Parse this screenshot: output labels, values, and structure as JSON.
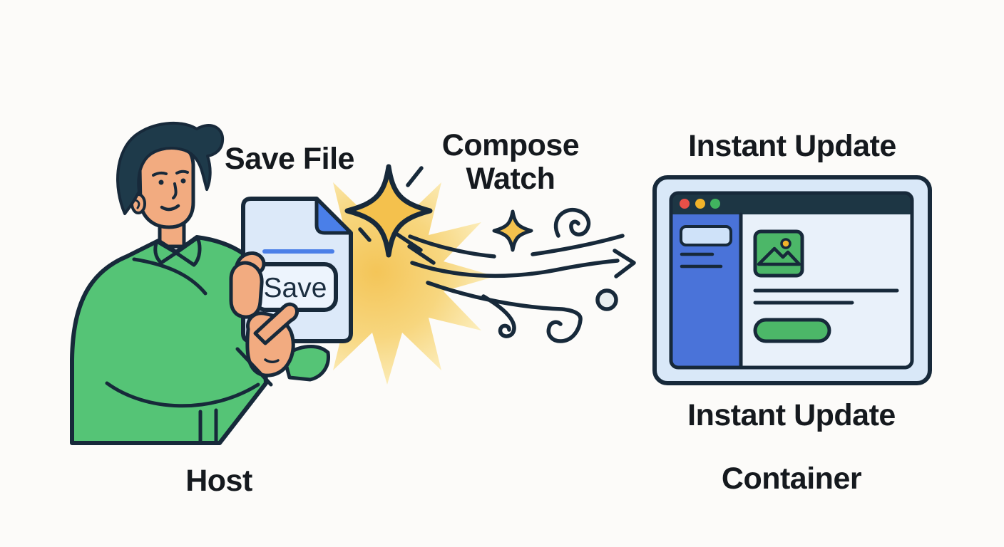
{
  "labels": {
    "save_file": "Save File",
    "compose_watch": "Compose Watch",
    "instant_update_top": "Instant Update",
    "instant_update_bottom": "Instant Update",
    "host": "Host",
    "container": "Container"
  },
  "document": {
    "save_button_label": "Save"
  },
  "colors": {
    "background": "#fcfbf9",
    "outline": "#17293a",
    "shirt_green": "#55c476",
    "accent_green": "#4cb768",
    "sidebar_blue": "#4a73d9",
    "document_blue": "#4a7fe8",
    "document_fill": "#dce9f9",
    "save_button_fill": "#edf4fd",
    "browser_frame": "#d9e8f8",
    "browser_main": "#e9f1fa",
    "titlebar": "#1d3644",
    "gold": "#f2c14b",
    "starburst_gold": "#f6cd66",
    "skin": "#f2ab80",
    "hair": "#1e3a4a",
    "traffic_red": "#e85048",
    "traffic_yellow": "#f2b32a",
    "traffic_green": "#41b45f"
  },
  "icons": {
    "sparkle": "four-point-star",
    "starburst": "sun-burst",
    "wind_arrow": "flow-arrow-right",
    "traffic_lights": "window-controls",
    "image_placeholder": "picture-with-mountains"
  }
}
